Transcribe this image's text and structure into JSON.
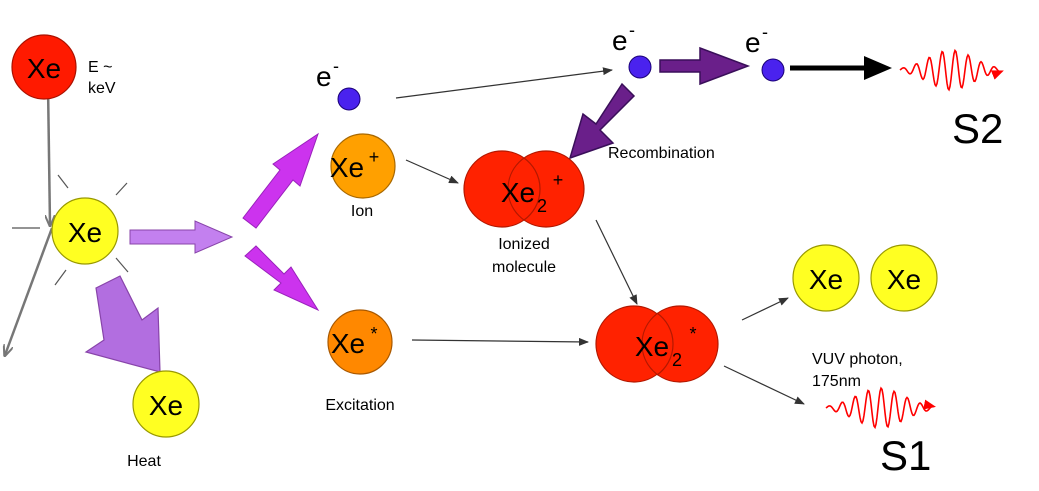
{
  "atoms": {
    "incoming": "Xe",
    "center": "Xe",
    "heat": "Xe",
    "ion_base": "Xe",
    "ion_sup": "+",
    "excited_base": "Xe",
    "excited_sup": "*",
    "molion_base": "Xe",
    "molion_sub": "2",
    "molion_sup": "+",
    "excimer_base": "Xe",
    "excimer_sub": "2",
    "excimer_sup": "*",
    "ground_left": "Xe",
    "ground_right": "Xe"
  },
  "electrons": {
    "base": "e",
    "sup": "-"
  },
  "labels": {
    "energy_line1": "E ~",
    "energy_line2": "keV",
    "heat": "Heat",
    "ion": "Ion",
    "excitation": "Excitation",
    "ionized_line1": "Ionized",
    "ionized_line2": "molecule",
    "recombination": "Recombination",
    "vuv_line1": "VUV photon,",
    "vuv_line2": "175nm",
    "s1": "S1",
    "s2": "S2"
  },
  "colors": {
    "incoming_atom": "#ff1a00",
    "ground_atom": "#ffff22",
    "ion_atom": "#ffa000",
    "excited_atom": "#ff8800",
    "molecule": "#ff2200",
    "electron": "#4a22ee",
    "ionization_arrow": "#cc33ee",
    "heat_arrow": "#b26ee0",
    "recombination_arrow": "#6a1f8a",
    "photon_wave": "#ff0000",
    "thin_arrow": "#333333"
  }
}
